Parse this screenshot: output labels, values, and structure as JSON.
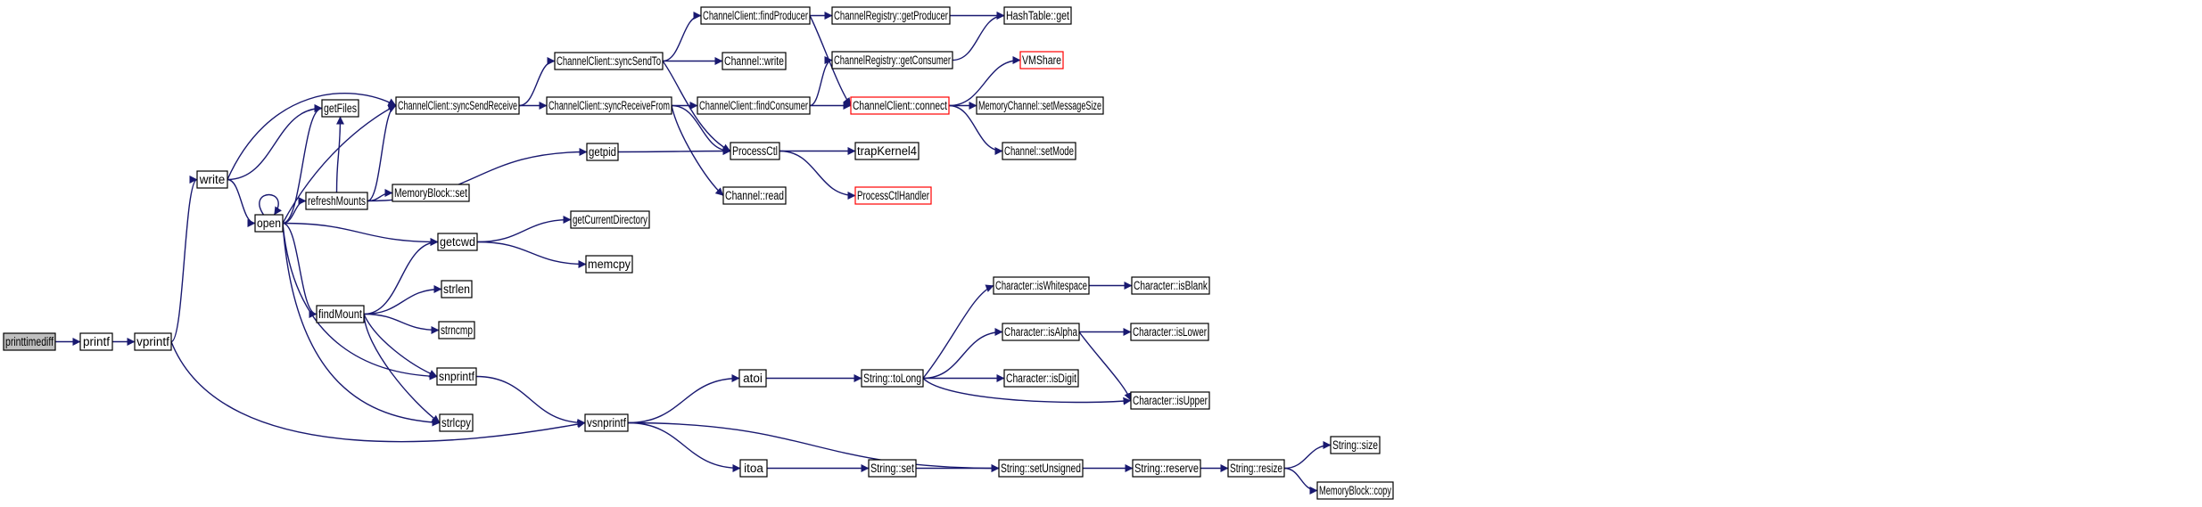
{
  "colors": {
    "edge": "#191970",
    "node_border": "#000000",
    "highlight_border": "#ff0000",
    "start_fill": "#bfbfbf",
    "background": "#ffffff"
  },
  "nodes": [
    {
      "id": "printtimediff",
      "label": "printtimediff",
      "style": "start"
    },
    {
      "id": "printf",
      "label": "printf"
    },
    {
      "id": "vprintf",
      "label": "vprintf"
    },
    {
      "id": "write",
      "label": "write"
    },
    {
      "id": "open",
      "label": "open"
    },
    {
      "id": "getFiles",
      "label": "getFiles"
    },
    {
      "id": "refreshMounts",
      "label": "refreshMounts"
    },
    {
      "id": "MemoryBlock_set",
      "label": "MemoryBlock::set"
    },
    {
      "id": "findMount",
      "label": "findMount"
    },
    {
      "id": "ChannelClient_syncSendReceive",
      "label": "ChannelClient::syncSendReceive"
    },
    {
      "id": "ChannelClient_syncSendTo",
      "label": "ChannelClient::syncSendTo"
    },
    {
      "id": "ChannelClient_syncReceiveFrom",
      "label": "ChannelClient::syncReceiveFrom"
    },
    {
      "id": "getpid",
      "label": "getpid"
    },
    {
      "id": "getcwd",
      "label": "getcwd"
    },
    {
      "id": "strlen",
      "label": "strlen"
    },
    {
      "id": "strncmp",
      "label": "strncmp"
    },
    {
      "id": "snprintf",
      "label": "snprintf"
    },
    {
      "id": "strlcpy",
      "label": "strlcpy"
    },
    {
      "id": "getCurrentDirectory",
      "label": "getCurrentDirectory"
    },
    {
      "id": "memcpy",
      "label": "memcpy"
    },
    {
      "id": "vsnprintf",
      "label": "vsnprintf"
    },
    {
      "id": "ChannelClient_findProducer",
      "label": "ChannelClient::findProducer"
    },
    {
      "id": "Channel_write",
      "label": "Channel::write"
    },
    {
      "id": "ChannelClient_findConsumer",
      "label": "ChannelClient::findConsumer"
    },
    {
      "id": "ProcessCtl",
      "label": "ProcessCtl"
    },
    {
      "id": "Channel_read",
      "label": "Channel::read"
    },
    {
      "id": "atoi",
      "label": "atoi"
    },
    {
      "id": "itoa",
      "label": "itoa"
    },
    {
      "id": "ChannelRegistry_getProducer",
      "label": "ChannelRegistry::getProducer"
    },
    {
      "id": "ChannelRegistry_getConsumer",
      "label": "ChannelRegistry::getConsumer"
    },
    {
      "id": "ChannelClient_connect",
      "label": "ChannelClient::connect",
      "style": "red"
    },
    {
      "id": "trapKernel4",
      "label": "trapKernel4"
    },
    {
      "id": "ProcessCtlHandler",
      "label": "ProcessCtlHandler",
      "style": "red"
    },
    {
      "id": "String_toLong",
      "label": "String::toLong"
    },
    {
      "id": "String_set",
      "label": "String::set"
    },
    {
      "id": "HashTable_get",
      "label": "HashTable::get"
    },
    {
      "id": "VMShare",
      "label": "VMShare",
      "style": "red"
    },
    {
      "id": "MemoryChannel_setMessageSize",
      "label": "MemoryChannel::setMessageSize"
    },
    {
      "id": "Channel_setMode",
      "label": "Channel::setMode"
    },
    {
      "id": "Character_isWhitespace",
      "label": "Character::isWhitespace"
    },
    {
      "id": "Character_isAlpha",
      "label": "Character::isAlpha"
    },
    {
      "id": "Character_isDigit",
      "label": "Character::isDigit"
    },
    {
      "id": "String_setUnsigned",
      "label": "String::setUnsigned"
    },
    {
      "id": "Character_isBlank",
      "label": "Character::isBlank"
    },
    {
      "id": "Character_isLower",
      "label": "Character::isLower"
    },
    {
      "id": "Character_isUpper",
      "label": "Character::isUpper"
    },
    {
      "id": "String_reserve",
      "label": "String::reserve"
    },
    {
      "id": "String_resize",
      "label": "String::resize"
    },
    {
      "id": "String_size",
      "label": "String::size"
    },
    {
      "id": "MemoryBlock_copy",
      "label": "MemoryBlock::copy"
    }
  ],
  "edges": [
    [
      "printtimediff",
      "printf"
    ],
    [
      "printf",
      "vprintf"
    ],
    [
      "vprintf",
      "write"
    ],
    [
      "vprintf",
      "vsnprintf"
    ],
    [
      "write",
      "ChannelClient_syncSendReceive"
    ],
    [
      "write",
      "getFiles"
    ],
    [
      "write",
      "open"
    ],
    [
      "open",
      "open"
    ],
    [
      "open",
      "getFiles"
    ],
    [
      "open",
      "ChannelClient_syncSendReceive"
    ],
    [
      "open",
      "refreshMounts"
    ],
    [
      "open",
      "getcwd"
    ],
    [
      "open",
      "findMount"
    ],
    [
      "open",
      "snprintf"
    ],
    [
      "open",
      "strlcpy"
    ],
    [
      "refreshMounts",
      "ChannelClient_syncSendReceive"
    ],
    [
      "refreshMounts",
      "getFiles"
    ],
    [
      "refreshMounts",
      "getpid"
    ],
    [
      "refreshMounts",
      "MemoryBlock_set"
    ],
    [
      "findMount",
      "getcwd"
    ],
    [
      "findMount",
      "strlen"
    ],
    [
      "findMount",
      "strncmp"
    ],
    [
      "findMount",
      "snprintf"
    ],
    [
      "findMount",
      "strlcpy"
    ],
    [
      "ChannelClient_syncSendReceive",
      "ChannelClient_syncSendTo"
    ],
    [
      "ChannelClient_syncSendReceive",
      "ChannelClient_syncReceiveFrom"
    ],
    [
      "ChannelClient_syncSendTo",
      "ChannelClient_findProducer"
    ],
    [
      "ChannelClient_syncSendTo",
      "Channel_write"
    ],
    [
      "ChannelClient_syncSendTo",
      "ProcessCtl"
    ],
    [
      "ChannelClient_syncReceiveFrom",
      "ChannelClient_findConsumer"
    ],
    [
      "ChannelClient_syncReceiveFrom",
      "ProcessCtl"
    ],
    [
      "ChannelClient_syncReceiveFrom",
      "Channel_read"
    ],
    [
      "getpid",
      "ProcessCtl"
    ],
    [
      "getcwd",
      "getCurrentDirectory"
    ],
    [
      "getcwd",
      "memcpy"
    ],
    [
      "snprintf",
      "vsnprintf"
    ],
    [
      "ChannelClient_findProducer",
      "ChannelRegistry_getProducer"
    ],
    [
      "ChannelClient_findProducer",
      "ChannelClient_connect"
    ],
    [
      "ChannelClient_findConsumer",
      "ChannelRegistry_getConsumer"
    ],
    [
      "ChannelClient_findConsumer",
      "ChannelClient_connect"
    ],
    [
      "ChannelRegistry_getProducer",
      "HashTable_get"
    ],
    [
      "ChannelRegistry_getConsumer",
      "HashTable_get"
    ],
    [
      "ChannelClient_connect",
      "VMShare"
    ],
    [
      "ChannelClient_connect",
      "MemoryChannel_setMessageSize"
    ],
    [
      "ChannelClient_connect",
      "Channel_setMode"
    ],
    [
      "ProcessCtl",
      "trapKernel4"
    ],
    [
      "ProcessCtl",
      "ProcessCtlHandler"
    ],
    [
      "vsnprintf",
      "atoi"
    ],
    [
      "vsnprintf",
      "itoa"
    ],
    [
      "vsnprintf",
      "String_setUnsigned"
    ],
    [
      "atoi",
      "String_toLong"
    ],
    [
      "itoa",
      "String_set"
    ],
    [
      "String_toLong",
      "Character_isWhitespace"
    ],
    [
      "String_toLong",
      "Character_isAlpha"
    ],
    [
      "String_toLong",
      "Character_isDigit"
    ],
    [
      "String_toLong",
      "Character_isUpper"
    ],
    [
      "String_set",
      "String_setUnsigned"
    ],
    [
      "Character_isWhitespace",
      "Character_isBlank"
    ],
    [
      "Character_isAlpha",
      "Character_isLower"
    ],
    [
      "Character_isAlpha",
      "Character_isUpper"
    ],
    [
      "String_setUnsigned",
      "String_reserve"
    ],
    [
      "String_reserve",
      "String_resize"
    ],
    [
      "String_resize",
      "String_size"
    ],
    [
      "String_resize",
      "MemoryBlock_copy"
    ]
  ]
}
